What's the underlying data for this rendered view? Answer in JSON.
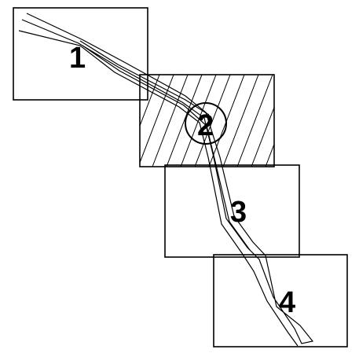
{
  "diagram": {
    "labels": [
      "1",
      "2",
      "3",
      "4"
    ],
    "colors": {
      "stroke": "#000000",
      "background": "#ffffff"
    }
  }
}
